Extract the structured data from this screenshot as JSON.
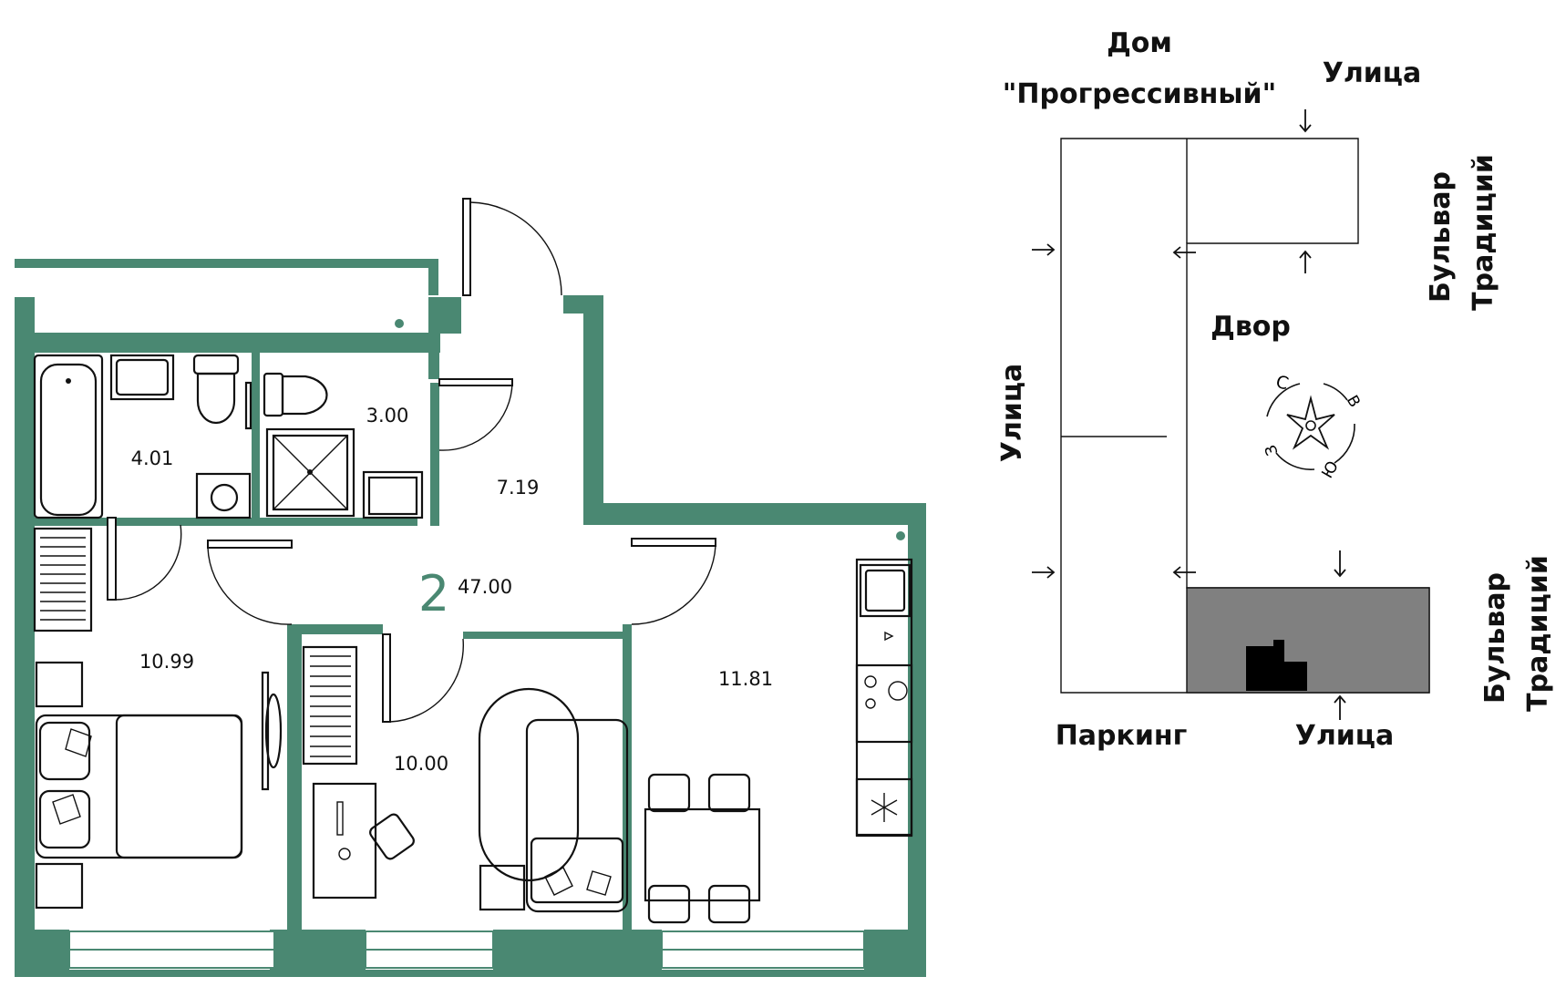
{
  "plan": {
    "rooms_count": "2",
    "total_area": "47.00",
    "rooms": [
      {
        "name": "bathroom",
        "area": "4.01"
      },
      {
        "name": "shower-room",
        "area": "3.00"
      },
      {
        "name": "hallway",
        "area": "7.19"
      },
      {
        "name": "bedroom",
        "area": "10.99"
      },
      {
        "name": "room",
        "area": "10.00"
      },
      {
        "name": "kitchen",
        "area": "11.81"
      }
    ],
    "wall_color": "#4a8872"
  },
  "site": {
    "building_name_line1": "Дом",
    "building_name_line2": "\"Прогрессивный\"",
    "street_top": "Улица",
    "street_left": "Улица",
    "street_bottom": "Улица",
    "boulevard_top_line1": "Бульвар",
    "boulevard_top_line2": "Традиций",
    "boulevard_bottom_line1": "Бульвар",
    "boulevard_bottom_line2": "Традиций",
    "courtyard": "Двор",
    "parking": "Паркинг",
    "compass": {
      "n": "С",
      "e": "В",
      "s": "Ю",
      "w": "З"
    },
    "highlight_color": "#808080"
  },
  "icons": [
    "compass-rose-icon",
    "snowflake-icon",
    "arrow-icon",
    "bathtub-icon",
    "toilet-icon",
    "shower-icon",
    "sink-icon",
    "washing-machine-icon",
    "radiator-icon",
    "bed-icon",
    "sofa-icon",
    "dining-table-icon",
    "stove-icon",
    "desk-icon",
    "office-chair-icon"
  ]
}
